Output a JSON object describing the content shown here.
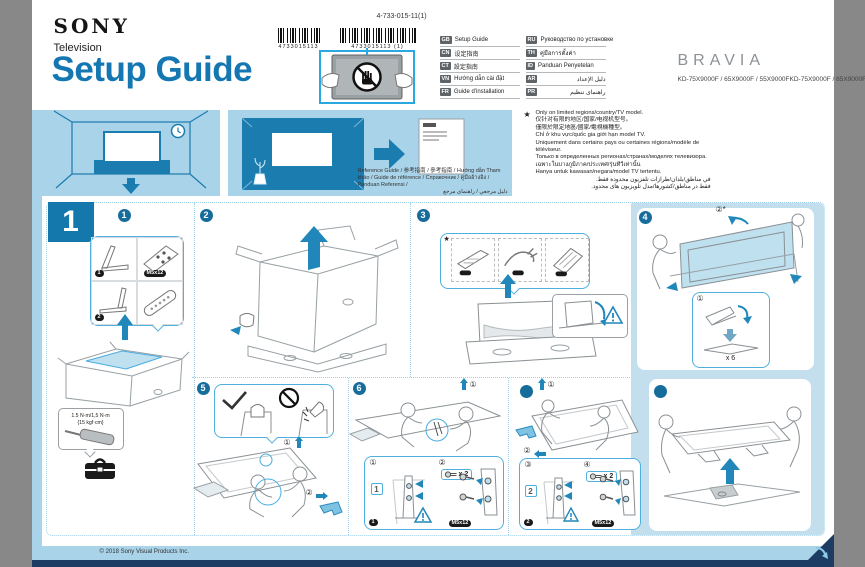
{
  "header": {
    "brand": "SONY",
    "product_type": "Television",
    "title": "Setup Guide",
    "part_number": "4-733-015-11(1)",
    "barcode_left_digits": "4733015113",
    "barcode_right_digits": "4733015113 (1)"
  },
  "language_index": {
    "left": [
      {
        "code": "GB",
        "label": "Setup Guide"
      },
      {
        "code": "CN",
        "label": "设定指南"
      },
      {
        "code": "CT",
        "label": "設定指南"
      },
      {
        "code": "VN",
        "label": "Hướng dẫn cài đặt"
      },
      {
        "code": "FR",
        "label": "Guide d'installation"
      }
    ],
    "right": [
      {
        "code": "RU",
        "label": "Руководство по установке"
      },
      {
        "code": "TH",
        "label": "คู่มือการตั้งค่า"
      },
      {
        "code": "ID",
        "label": "Panduan Penyetelan"
      },
      {
        "code": "AR",
        "label": "دليل الإعداد"
      },
      {
        "code": "PR",
        "label": "راهنمای تنظیم"
      }
    ]
  },
  "brand_block": {
    "logo": "BRAVIA",
    "models": "KD-75X9000F / 65X9000F / 55X9000FKD-75X9000F / 65X9000F / 5"
  },
  "region_note": {
    "star": "★",
    "lines": [
      "Only on limited regions/country/TV model.",
      "仅针对有限的地区/国家/电视机型号。",
      "僅限於限定地區/國家/電視機種型。",
      "Chỉ ở khu vực/quốc gia giới hạn model TV.",
      "Uniquement dans certains pays ou certaines régions/modèle de téléviseur.",
      "Только в определенных регионах/странах/моделях телевизора.",
      "เฉพาะในบางภูมิภาค/ประเทศ/รุ่นทีวีเท่านั้น",
      "Hanya untuk kawasan/negara/model TV tertentu."
    ],
    "rtl_lines": [
      "في مناطق/بلدان/طرازات تلفزيون محدودة فقط.",
      "فقط در مناطق/کشورها/مدل تلویزیون های محدود."
    ]
  },
  "reference_guide": {
    "caption": "Reference Guide / 参考指南 / 參考指南 / Hướng dẫn Tham khảo / Guide de référence / Справочник / คู่มืออ้างอิง / Panduan Referensi /",
    "caption_rtl": "دليل مرجعي / راهنمای مرجع"
  },
  "section": {
    "number": "1"
  },
  "steps": {
    "s1": "1",
    "s2": "2",
    "s3": "3",
    "s4": "4",
    "s5": "5",
    "s6": "6"
  },
  "step1": {
    "leg1_label": "1",
    "screws_label": "M5x12",
    "leg2_label": "2"
  },
  "step3": {
    "star": "★"
  },
  "step4": {
    "flip_note": "②*",
    "inset_step": "①",
    "foam_count": "x 6"
  },
  "step5": {
    "lift_num": "①",
    "foam_num": "②"
  },
  "step6": {
    "lift_num": "①",
    "inset1": {
      "a": "①",
      "b": "②",
      "stamp": "1",
      "leg_pill": "1",
      "screw_count": "x 2",
      "screw_pill": "M5x12"
    },
    "lift2_num": "①",
    "foam2_num": "②",
    "inset2": {
      "a": "③",
      "b": "④",
      "stamp": "2",
      "leg_pill": "2",
      "screw_count": "x 2",
      "screw_pill": "M5x12"
    }
  },
  "torque_note": {
    "line1": "1.5 N·m/1,5 N·m",
    "line2": "{15 kgf·cm}"
  },
  "footer": {
    "copyright": "© 2018 Sony Visual Products Inc."
  }
}
